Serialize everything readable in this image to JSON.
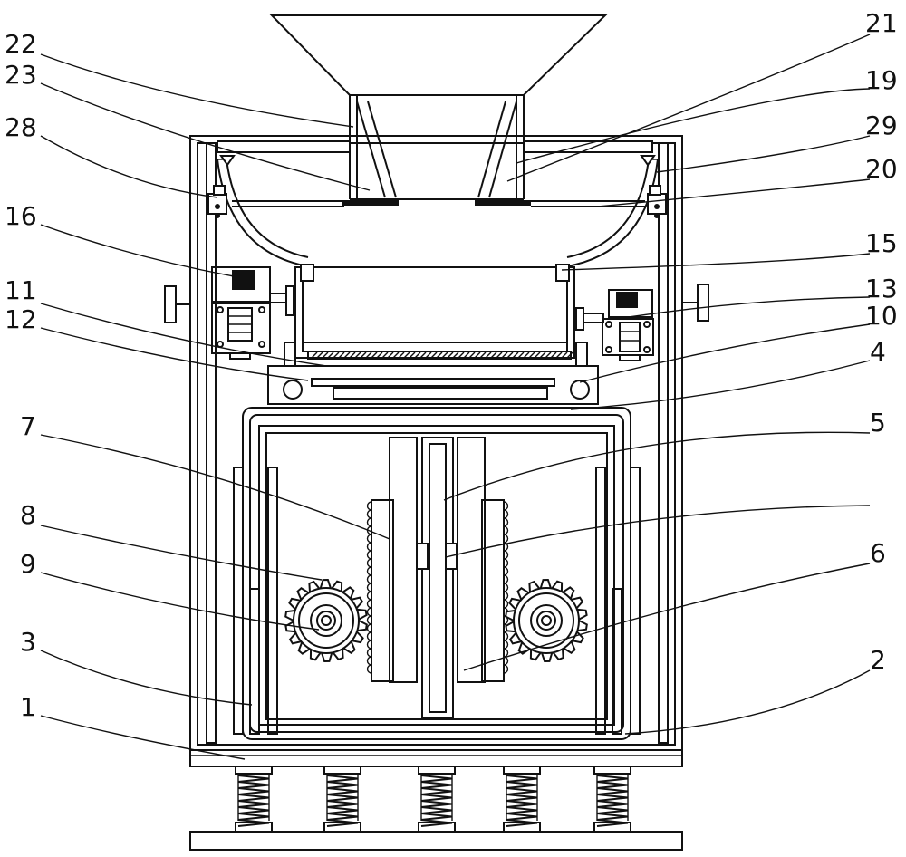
{
  "figure": {
    "line_color": "#111111",
    "background": "#ffffff",
    "reference_numerals": {
      "n1": "1",
      "n2": "2",
      "n3": "3",
      "n4": "4",
      "n5": "5",
      "n6": "6",
      "n7": "7",
      "n8": "8",
      "n9": "9",
      "n10": "10",
      "n11": "11",
      "n12": "12",
      "n13": "13",
      "n15": "15",
      "n16": "16",
      "n19": "19",
      "n20": "20",
      "n21": "21",
      "n22": "22",
      "n23": "23",
      "n28": "28",
      "n29": "29"
    }
  }
}
